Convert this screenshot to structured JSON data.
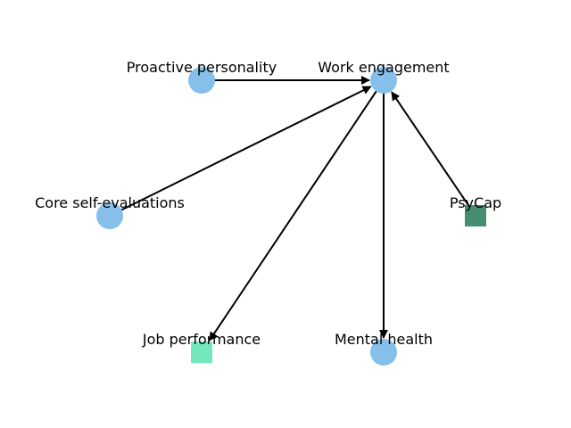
{
  "diagram": {
    "nodes": [
      {
        "id": "proactive",
        "label": "Proactive personality",
        "shape": "circle",
        "color": "#85bfea"
      },
      {
        "id": "engagement",
        "label": "Work engagement",
        "shape": "circle",
        "color": "#85bfea"
      },
      {
        "id": "cse",
        "label": "Core self-evaluations",
        "shape": "circle",
        "color": "#85bfea"
      },
      {
        "id": "psycap",
        "label": "PsyCap",
        "shape": "square",
        "color": "#458e70"
      },
      {
        "id": "jobperf",
        "label": "Job performance",
        "shape": "square",
        "color": "#72e8bc"
      },
      {
        "id": "mental",
        "label": "Mental health",
        "shape": "circle",
        "color": "#85bfea"
      }
    ],
    "edges": [
      {
        "from": "proactive",
        "to": "engagement"
      },
      {
        "from": "cse",
        "to": "engagement"
      },
      {
        "from": "psycap",
        "to": "engagement"
      },
      {
        "from": "engagement",
        "to": "jobperf"
      },
      {
        "from": "engagement",
        "to": "mental"
      }
    ]
  }
}
